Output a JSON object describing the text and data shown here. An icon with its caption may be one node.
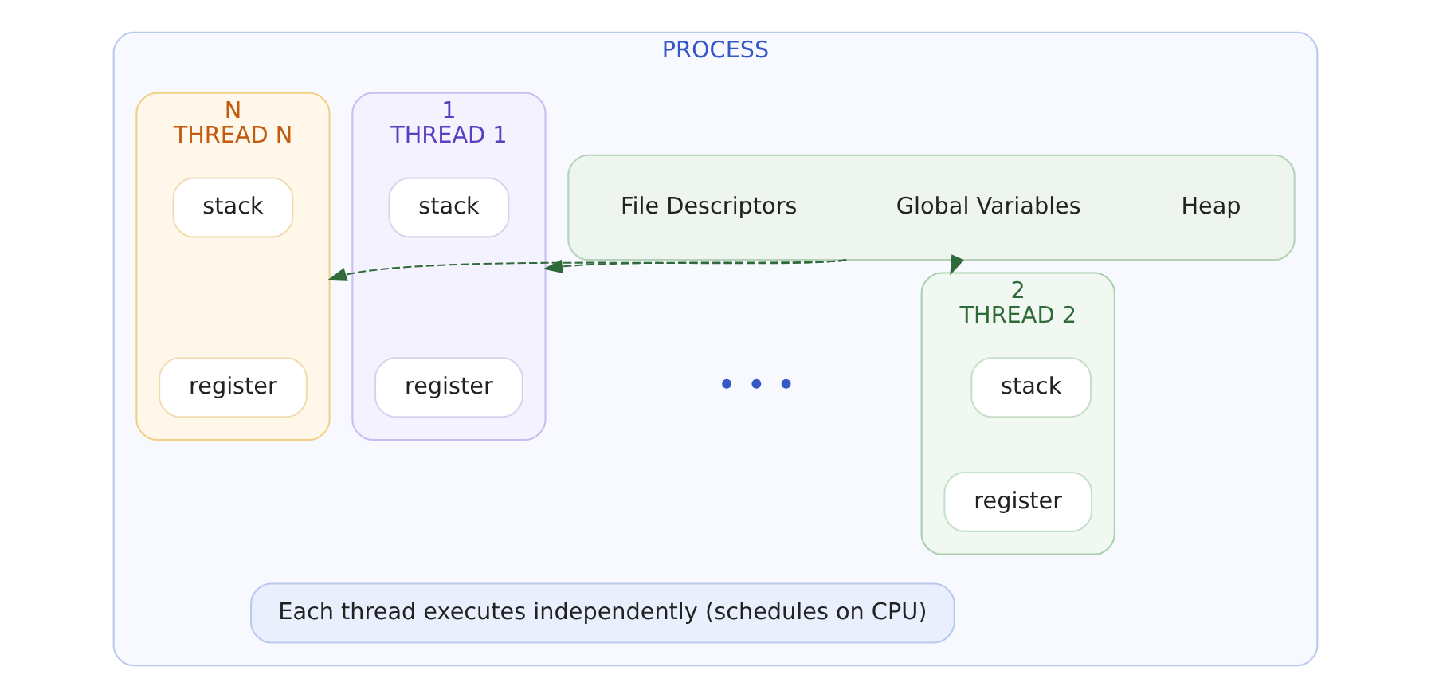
{
  "diagram": {
    "nodes": [
      {
        "text": [
          "PROCESS"
        ]
      },
      {
        "text": [],
        "shape": "box",
        "in": 0
      },
      {
        "text": [
          "Heap"
        ],
        "in": 1
      },
      {
        "text": [
          "Global Variables"
        ],
        "in": 1
      },
      {
        "text": [
          "File Descriptors"
        ],
        "in": 1
      },
      {
        "text": [
          "1",
          "THREAD 1"
        ],
        "in": 0
      },
      {
        "text": [
          "stack"
        ],
        "in": 5
      },
      {
        "text": [
          "register"
        ],
        "in": 5
      },
      {
        "text": [
          "2",
          "THREAD 2"
        ],
        "in": 0
      },
      {
        "text": [
          "stack"
        ],
        "in": 8
      },
      {
        "text": [
          "register"
        ],
        "in": 8
      },
      {
        "text": [
          "N",
          "THREAD N"
        ],
        "in": 0
      },
      {
        "text": [
          "stack"
        ],
        "in": 11
      },
      {
        "text": [
          "register"
        ],
        "in": 11
      },
      {
        "text": [
          "Each thread executes independently (schedules on CPU)"
        ],
        "in": 0
      }
    ],
    "edges": [
      {
        "from": 1,
        "to": 5,
        "arrow": "to",
        "style": "dashed"
      },
      {
        "from": 1,
        "to": 8,
        "arrow": "to",
        "style": "dashed"
      },
      {
        "from": 1,
        "to": 11,
        "arrow": "to",
        "style": "dashed"
      }
    ],
    "labels": [
      "• • •"
    ]
  }
}
